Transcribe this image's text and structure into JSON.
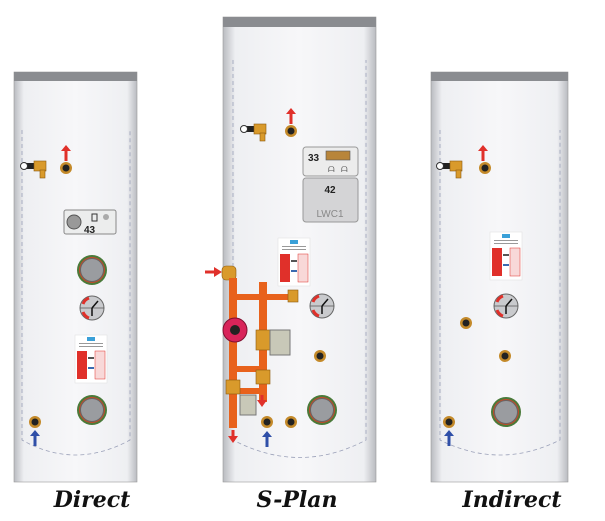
{
  "cylinders": [
    {
      "id": "direct",
      "caption": "Direct",
      "immersion_number": "43"
    },
    {
      "id": "splan",
      "caption": "S-Plan",
      "thermostat_number": "33",
      "control_number": "42",
      "control_model": "LWC1"
    },
    {
      "id": "indirect",
      "caption": "Indirect"
    }
  ],
  "colors": {
    "hot_arrow": "#e0302a",
    "cold_arrow": "#2f4fa8",
    "brass": "#d99a2b",
    "pipe": "#e8621c",
    "pump": "#d8245a",
    "body": "#f2f2f4",
    "cap": "#8a8c90"
  }
}
